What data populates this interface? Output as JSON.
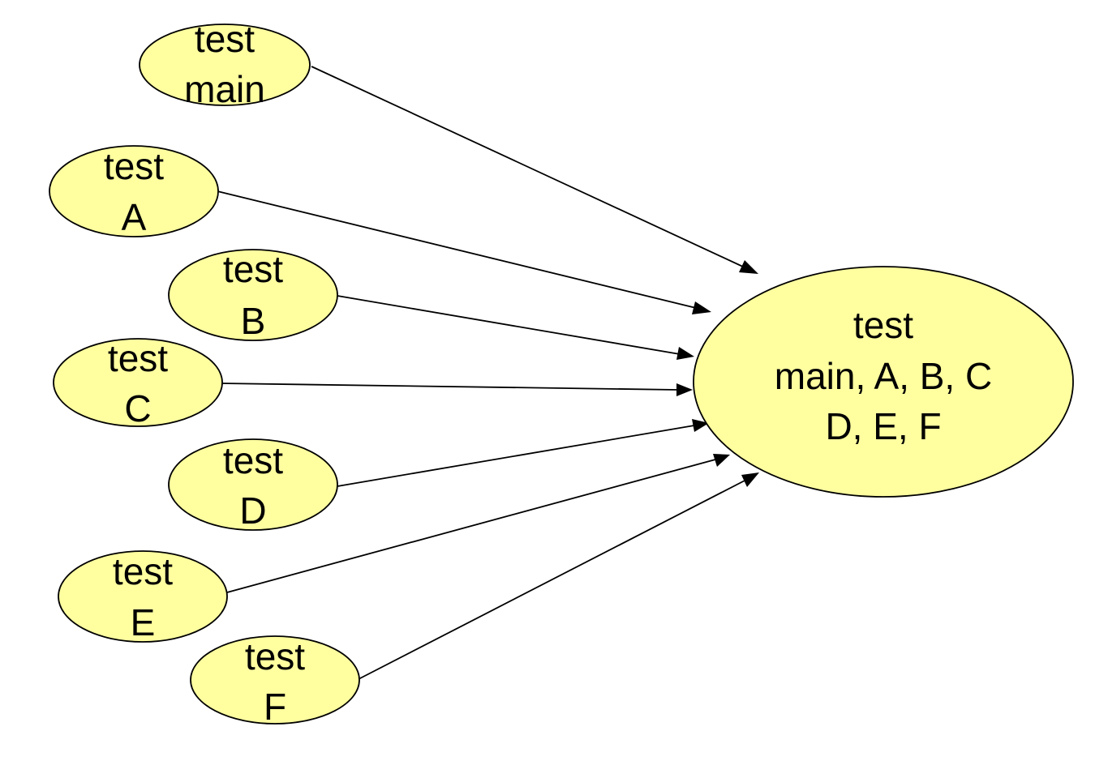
{
  "colors": {
    "node_fill": "#ffffa0",
    "stroke": "#000000",
    "background": "#ffffff"
  },
  "nodes": {
    "main": {
      "line1": "test",
      "line2": "main"
    },
    "a": {
      "line1": "test",
      "line2": "A"
    },
    "b": {
      "line1": "test",
      "line2": "B"
    },
    "c": {
      "line1": "test",
      "line2": "C"
    },
    "d": {
      "line1": "test",
      "line2": "D"
    },
    "e": {
      "line1": "test",
      "line2": "E"
    },
    "f": {
      "line1": "test",
      "line2": "F"
    },
    "combined": {
      "line1": "test",
      "line2": "main, A, B, C",
      "line3": "D, E, F"
    }
  },
  "edges": [
    {
      "from": "main",
      "to": "combined"
    },
    {
      "from": "a",
      "to": "combined"
    },
    {
      "from": "b",
      "to": "combined"
    },
    {
      "from": "c",
      "to": "combined"
    },
    {
      "from": "d",
      "to": "combined"
    },
    {
      "from": "e",
      "to": "combined"
    },
    {
      "from": "f",
      "to": "combined"
    }
  ]
}
